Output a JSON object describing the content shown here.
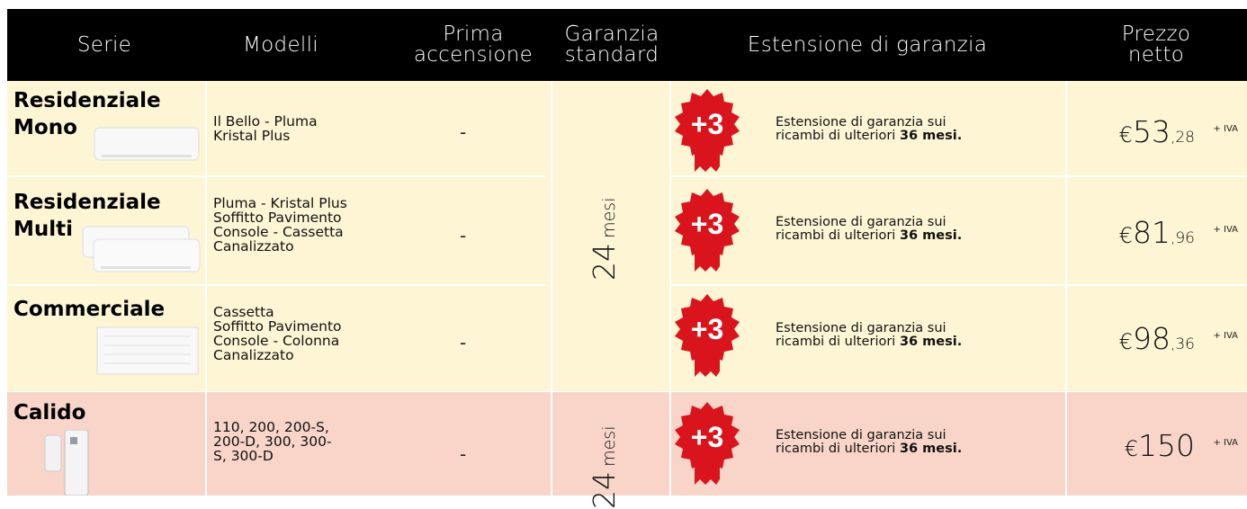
{
  "header": {
    "serie": "Serie",
    "modelli": "Modelli",
    "prima_line1": "Prima",
    "prima_line2": "accensione",
    "garanzia_line1": "Garanzia",
    "garanzia_line2": "standard",
    "estensione": "Estensione di garanzia",
    "prezzo_line1": "Prezzo",
    "prezzo_line2": "netto"
  },
  "warranty_group1": {
    "number": "24",
    "unit": "mesi"
  },
  "warranty_group2": {
    "number": "24",
    "unit": "mesi"
  },
  "badge_label": "+3",
  "rows": [
    {
      "serie_line1": "Residenziale",
      "serie_line2": "Mono",
      "modelli": "Il Bello - Pluma\nKristal Plus",
      "prima": "-",
      "ext_line1": "Estensione di garanzia sui",
      "ext_line2": "ricambi di ulteriori",
      "ext_bold": "36 mesi.",
      "currency": "€",
      "price_int": "53",
      "price_cents": ",28",
      "iva": "+ IVA"
    },
    {
      "serie_line1": "Residenziale",
      "serie_line2": "Multi",
      "modelli": "Pluma - Kristal Plus\nSoffitto Pavimento\nConsole - Cassetta\nCanalizzato",
      "prima": "-",
      "ext_line1": "Estensione di garanzia sui",
      "ext_line2": "ricambi di ulteriori",
      "ext_bold": "36 mesi.",
      "currency": "€",
      "price_int": "81",
      "price_cents": ",96",
      "iva": "+ IVA"
    },
    {
      "serie_line1": "Commerciale",
      "serie_line2": "",
      "modelli": "Cassetta\nSoffitto Pavimento\nConsole - Colonna\nCanalizzato",
      "prima": "-",
      "ext_line1": "Estensione di garanzia sui",
      "ext_line2": "ricambi di ulteriori",
      "ext_bold": "36 mesi.",
      "currency": "€",
      "price_int": "98",
      "price_cents": ",36",
      "iva": "+ IVA"
    },
    {
      "serie_line1": "Calido",
      "serie_line2": "",
      "modelli": "110, 200, 200-S,\n200-D, 300, 300-\nS, 300-D",
      "prima": "-",
      "ext_line1": "Estensione di garanzia sui",
      "ext_line2": "ricambi di ulteriori",
      "ext_bold": "36 mesi.",
      "currency": "€",
      "price_int": "150",
      "price_cents": "",
      "iva": "+ IVA"
    }
  ],
  "colors": {
    "header_bg": "#000000",
    "row_yellow": "#fdf5d4",
    "row_pink": "#f8d5c8",
    "badge_red": "#d9141c"
  }
}
